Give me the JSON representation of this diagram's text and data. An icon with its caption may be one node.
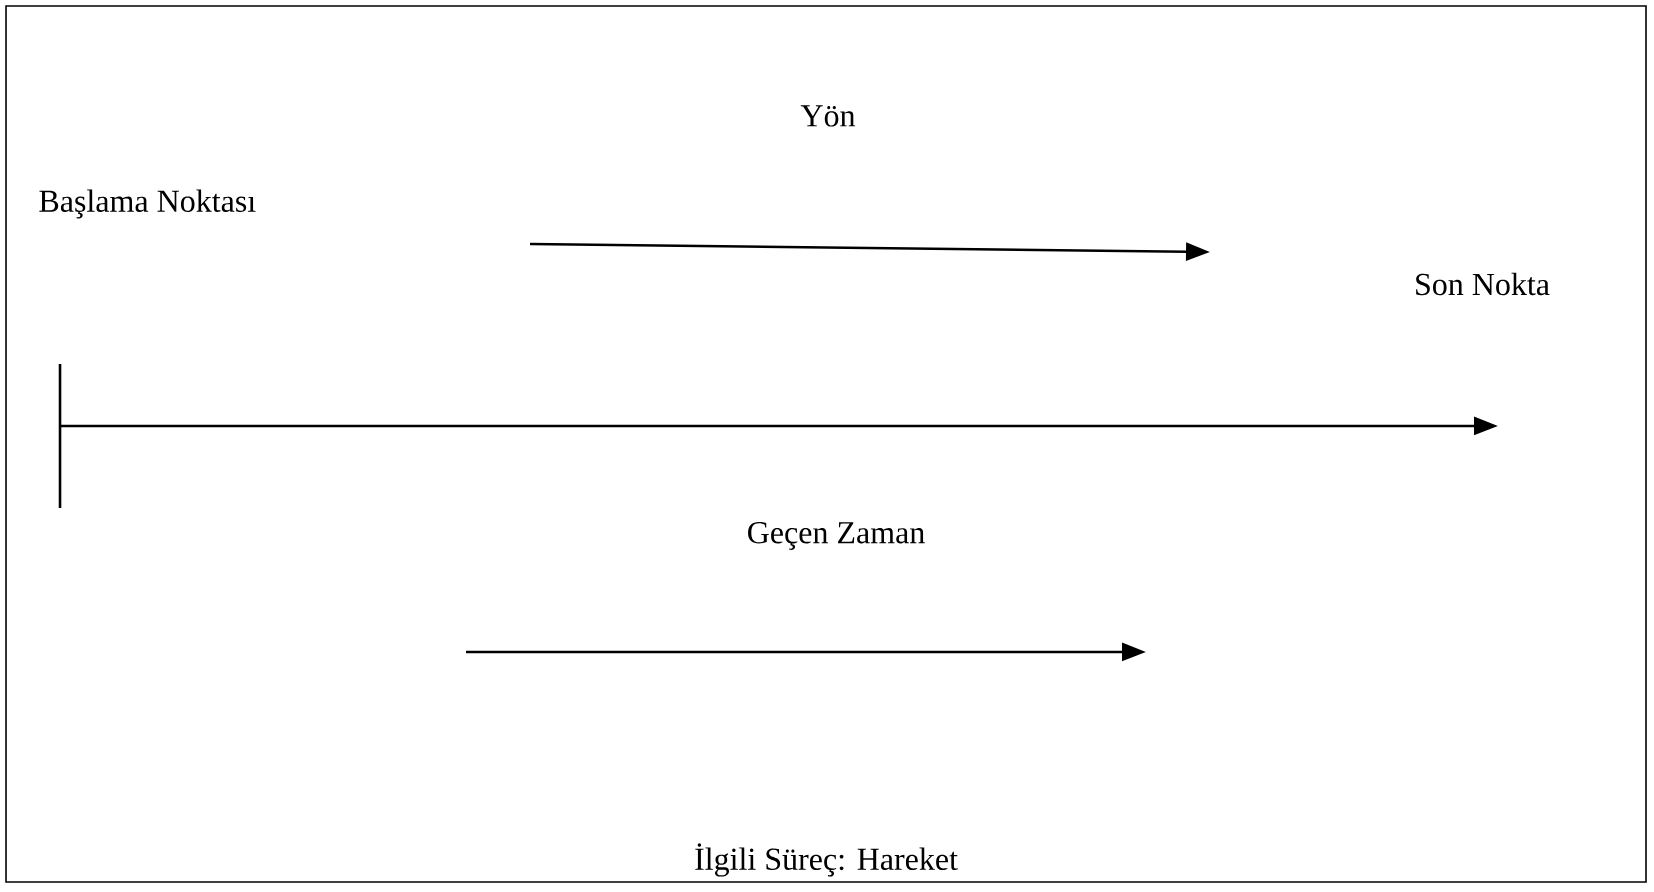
{
  "diagram": {
    "caption": "İlgili Süreç: Hareket",
    "labels": [
      "Yön",
      "Başlama Noktası",
      "Son Nokta",
      "Geçen Zaman"
    ]
  }
}
